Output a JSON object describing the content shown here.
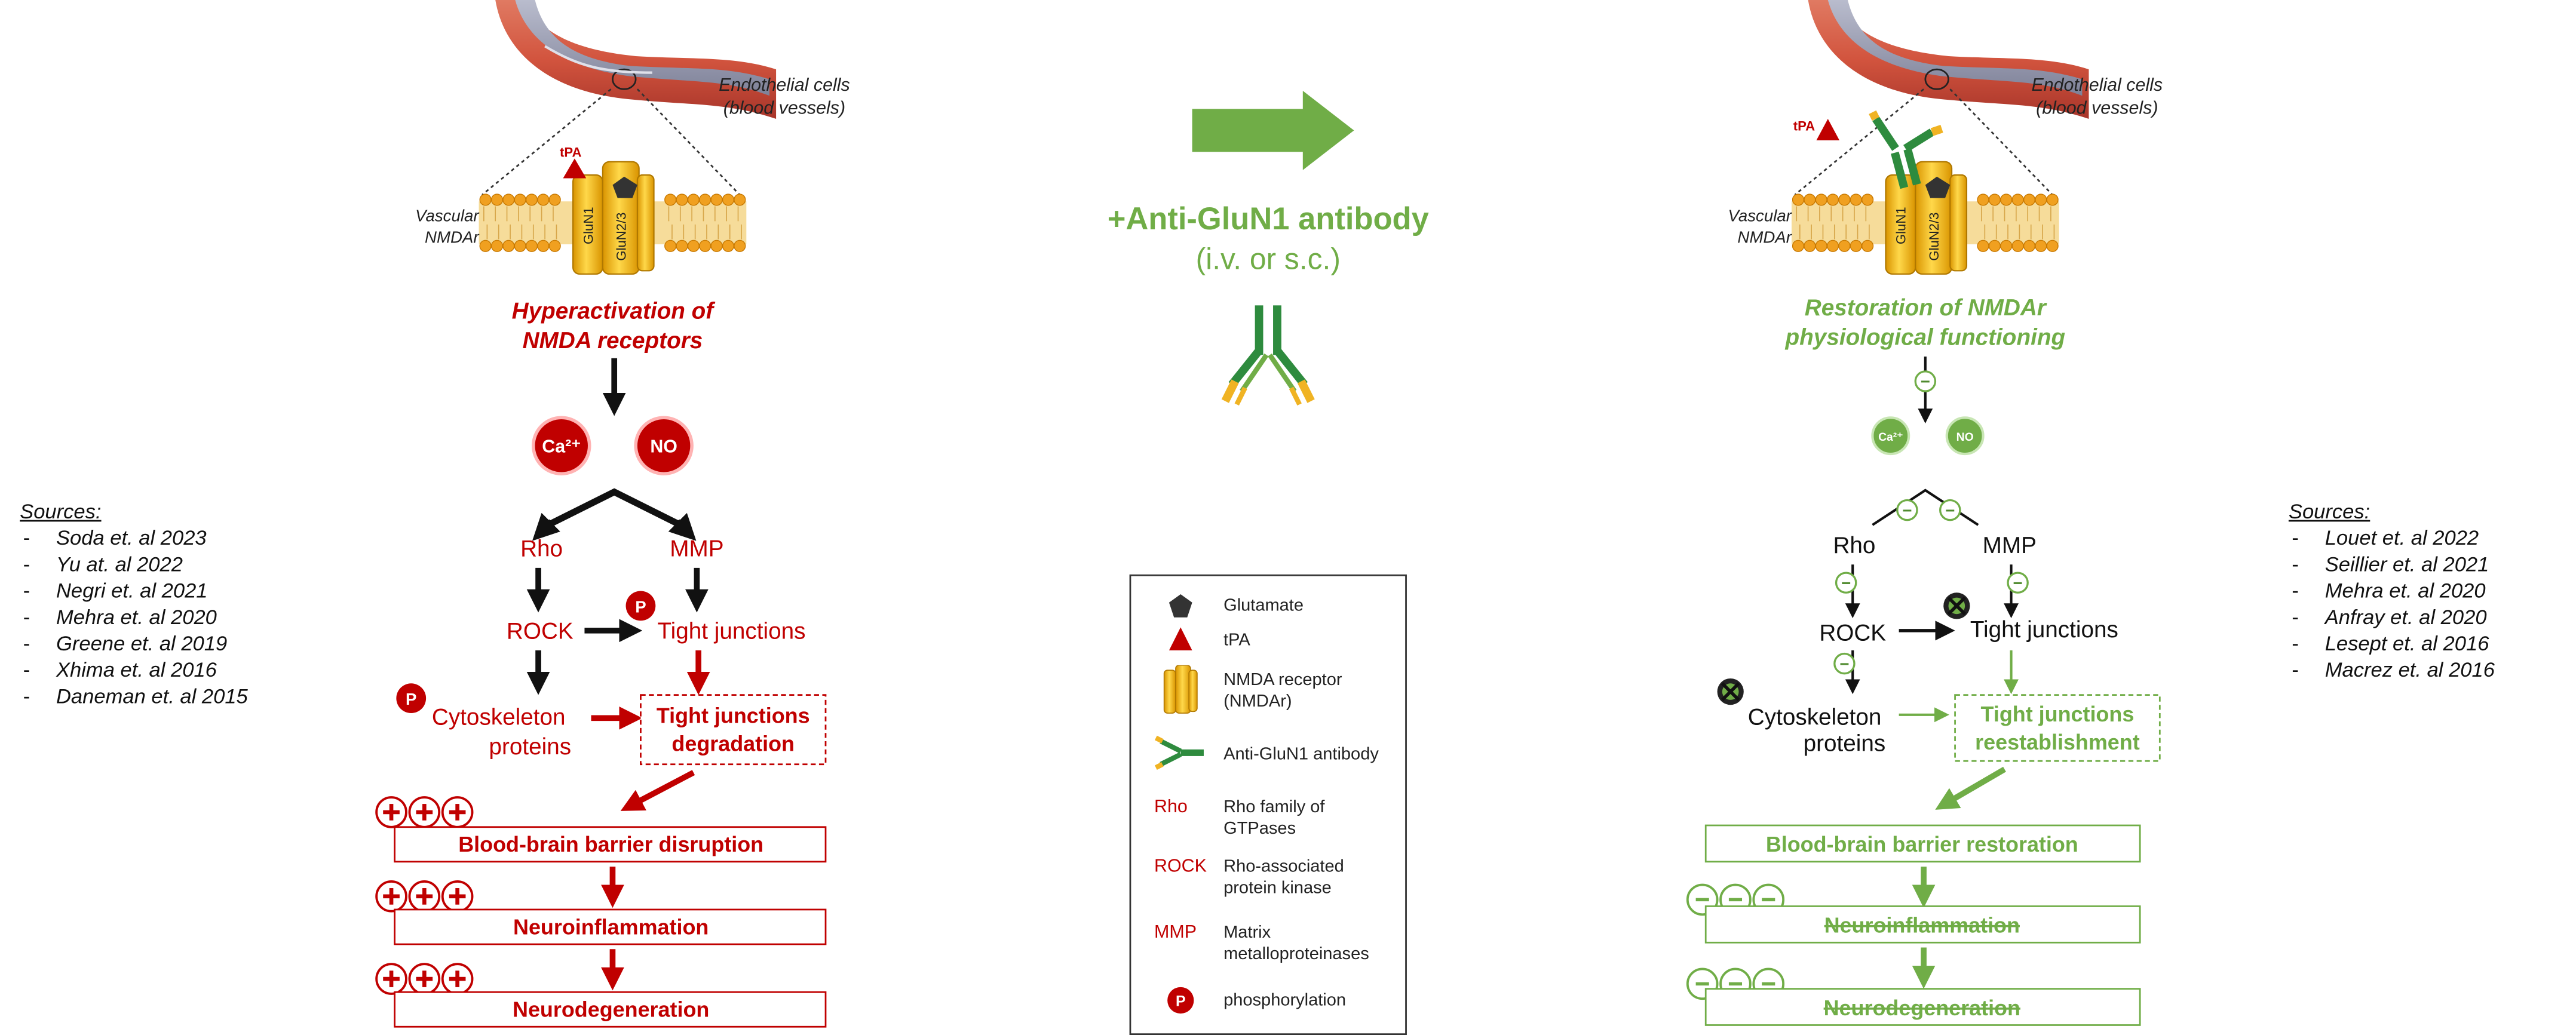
{
  "sources_left": {
    "title": "Sources:",
    "items": [
      "Soda et. al 2023",
      "Yu at. al 2022",
      "Negri et. al 2021",
      "Mehra et. al 2020",
      "Greene et. al 2019",
      "Xhima et. al 2016",
      "Daneman et. al 2015"
    ]
  },
  "sources_right": {
    "title": "Sources:",
    "items": [
      "Louet et. al 2022",
      "Seillier et. al 2021",
      "Mehra et. al 2020",
      "Anfray et. al 2020",
      "Lesept et. al 2016",
      "Macrez et. al 2016"
    ]
  },
  "left_panel": {
    "endothelial_label_1": "Endothelial cells",
    "endothelial_label_2": "(blood vessels)",
    "vascular_label_1": "Vascular",
    "vascular_label_2": "NMDAr",
    "tpa_label": "tPA",
    "glun1_label": "GluN1",
    "glun23_label": "GluN2/3",
    "hyper_1": "Hyperactivation of",
    "hyper_2": "NMDA receptors",
    "ca_label": "Ca²⁺",
    "no_label": "NO",
    "rho": "Rho",
    "mmp": "MMP",
    "rock": "ROCK",
    "tight_junctions": "Tight junctions",
    "cyto_1": "Cytoskeleton",
    "cyto_2": "proteins",
    "tjd_1": "Tight junctions",
    "tjd_2": "degradation",
    "p_label": "P",
    "plus_sign": "+",
    "bbb": "Blood-brain barrier disruption",
    "neuroinflammation": "Neuroinflammation",
    "neurodegeneration": "Neurodegeneration"
  },
  "middle": {
    "antibody_title": "+Anti-GluN1 antibody",
    "route": "(i.v. or s.c.)"
  },
  "legend": {
    "glutamate": "Glutamate",
    "tpa": "tPA",
    "nmda_1": "NMDA receptor",
    "nmda_2": "(NMDAr)",
    "antibody": "Anti-GluN1 antibody",
    "rho_abbr": "Rho",
    "rho_1": "Rho family of",
    "rho_2": "GTPases",
    "rock_abbr": "ROCK",
    "rock_1": "Rho-associated",
    "rock_2": "protein kinase",
    "mmp_abbr": "MMP",
    "mmp_1": "Matrix",
    "mmp_2": "metalloproteinases",
    "p_label": "P",
    "phos": "phosphorylation"
  },
  "right_panel": {
    "endothelial_label_1": "Endothelial cells",
    "endothelial_label_2": "(blood vessels)",
    "vascular_label_1": "Vascular",
    "vascular_label_2": "NMDAr",
    "tpa_label": "tPA",
    "glun1_label": "GluN1",
    "glun23_label": "GluN2/3",
    "restoration_1": "Restoration of NMDAr",
    "restoration_2": "physiological functioning",
    "minus_sign": "−",
    "ca_label": "Ca²⁺",
    "no_label": "NO",
    "rho": "Rho",
    "mmp": "MMP",
    "rock": "ROCK",
    "tight_junctions": "Tight junctions",
    "cyto_1": "Cytoskeleton",
    "cyto_2": "proteins",
    "tjr_1": "Tight junctions",
    "tjr_2": "reestablishment",
    "bbb": "Blood-brain barrier restoration",
    "neuroinflammation": "Neuroinflammation",
    "neurodegeneration": "Neurodegeneration"
  },
  "colors": {
    "red": "#c00000",
    "green": "#70ad47",
    "dark_green": "#4f8a2e",
    "orange_gold": "#f0b323"
  }
}
